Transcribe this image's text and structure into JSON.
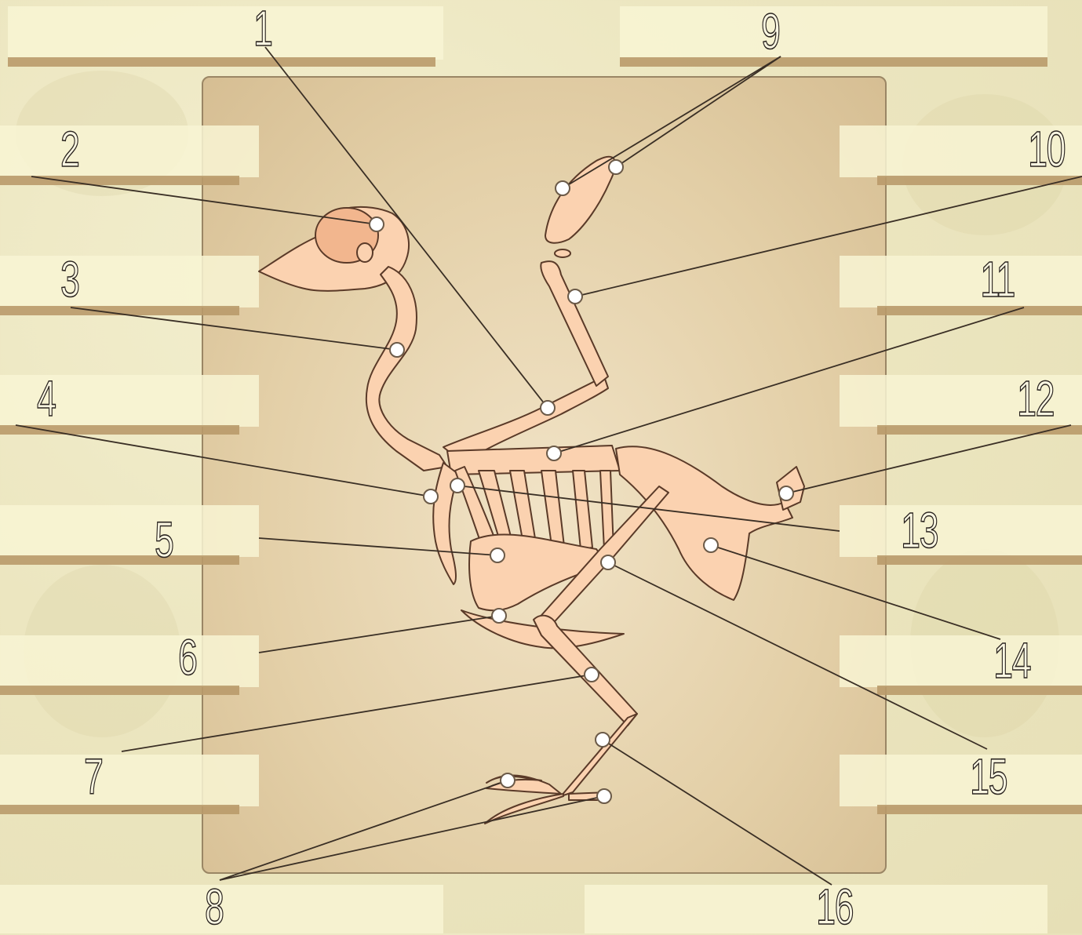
{
  "labels": {
    "l1": "1",
    "l2": "2",
    "l3": "3",
    "l4": "4",
    "l5": "5",
    "l6": "6",
    "l7": "7",
    "l8": "8",
    "l9": "9",
    "l10": "10",
    "l11": "11",
    "l12": "12",
    "l13": "13",
    "l14": "14",
    "l15": "15",
    "l16": "16"
  },
  "colors": {
    "bone": "#fbd2b0",
    "bone_stroke": "#5a3a28",
    "skull": "#f2b68e",
    "board": "#e3cfa7",
    "shelf": "#b99a6a",
    "line": "#3a2f25"
  },
  "icons": {
    "pin": "pin-marker-icon"
  }
}
